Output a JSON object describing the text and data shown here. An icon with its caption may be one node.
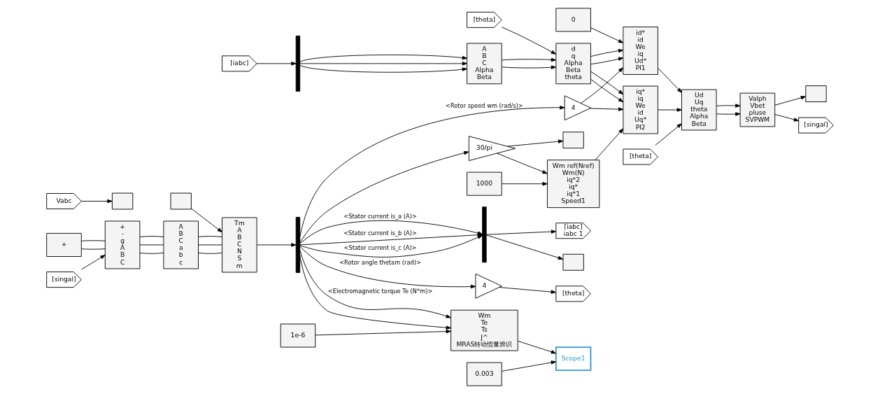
{
  "diagram": {
    "nodes": [
      {
        "text": [
          "1000"
        ]
      },
      {
        "text": [
          "Wm ref(Nref)",
          "Wm(N)",
          "iq*2",
          "iq*",
          "iq*1",
          "Speed1"
        ]
      },
      {
        "text": [
          "0"
        ]
      },
      {
        "text": [
          "id*",
          "id",
          "We",
          "iq",
          "Ud*",
          "PI1"
        ]
      },
      {
        "text": [
          "iq*",
          "iq",
          "We",
          "id",
          "Uq*",
          "PI2"
        ]
      },
      {
        "text": [
          "Ud",
          "Uq",
          "theta",
          "Alpha",
          "Beta"
        ]
      },
      {
        "text": [
          "Valph",
          "Vbet",
          "pluse",
          "SVPWM"
        ]
      },
      {
        "text": [
          "[theta]"
        ]
      },
      {
        "text": [],
        "shape": "box"
      },
      {
        "text": [
          "[singal]"
        ]
      },
      {
        "text": [],
        "shape": "box"
      },
      {
        "text": [
          "+"
        ]
      },
      {
        "text": [
          "+",
          "-",
          "g",
          "A",
          "B",
          "C"
        ]
      },
      {
        "text": [
          "[singal]"
        ]
      },
      {
        "text": [
          "A",
          "B",
          "C",
          "a",
          "b",
          "c"
        ]
      },
      {
        "text": [
          "Tm",
          "A",
          "B",
          "C",
          "N",
          "S",
          "m"
        ]
      },
      {
        "text": [],
        "shape": "bar"
      },
      {
        "text": [],
        "shape": "bar"
      },
      {
        "text": [],
        "shape": "box"
      },
      {
        "text": [
          "[iabc]",
          "iabc 1"
        ]
      },
      {
        "text": [
          "4"
        ]
      },
      {
        "text": [
          "[theta]"
        ]
      },
      {
        "text": [
          "4"
        ]
      },
      {
        "text": [
          "Wm",
          "Te",
          "Ts",
          "J^",
          "MRAS转动惯量辨识"
        ]
      },
      {
        "text": [
          "0.003"
        ]
      },
      {
        "text": [
          "Scope1"
        ]
      },
      {
        "text": [
          "1e-6"
        ]
      },
      {
        "text": [],
        "shape": "box"
      },
      {
        "text": [
          "d",
          "q",
          "Alpha",
          "Beta",
          "theta"
        ]
      },
      {
        "text": [
          "A",
          "B",
          "C",
          "Alpha",
          "Beta"
        ]
      },
      {
        "text": [],
        "shape": "bar"
      },
      {
        "text": [
          "[iabc]"
        ]
      },
      {
        "text": [
          "[theta]"
        ]
      },
      {
        "text": [
          "Vabc"
        ]
      },
      {
        "text": [],
        "shape": "box"
      },
      {
        "text": [
          "30/pi"
        ]
      }
    ],
    "edges": [
      {
        "from": 0,
        "to": 1,
        "arrow": "to"
      },
      {
        "from": 1,
        "to": 4,
        "arrow": "to"
      },
      {
        "from": 2,
        "to": 3,
        "arrow": "to"
      },
      {
        "from": 3,
        "to": 5,
        "arrow": "to"
      },
      {
        "from": 4,
        "to": 5,
        "arrow": "to"
      },
      {
        "from": 7,
        "to": 5,
        "arrow": "to"
      },
      {
        "from": 5,
        "to": 6,
        "arrow": "to"
      },
      {
        "from": 5,
        "to": 6,
        "arrow": "to"
      },
      {
        "from": 6,
        "to": 8,
        "arrow": "to"
      },
      {
        "from": 6,
        "to": 9,
        "arrow": "to"
      },
      {
        "from": 10,
        "to": 15,
        "arrow": "to"
      },
      {
        "from": 11,
        "to": 12,
        "arrow": "none"
      },
      {
        "from": 11,
        "to": 12,
        "arrow": "none"
      },
      {
        "from": 13,
        "to": 12,
        "arrow": "to"
      },
      {
        "from": 12,
        "to": 14,
        "arrow": "none"
      },
      {
        "from": 12,
        "to": 14,
        "arrow": "none"
      },
      {
        "from": 12,
        "to": 14,
        "arrow": "none"
      },
      {
        "from": 14,
        "to": 15,
        "arrow": "none"
      },
      {
        "from": 14,
        "to": 15,
        "arrow": "none"
      },
      {
        "from": 14,
        "to": 15,
        "arrow": "none"
      },
      {
        "from": 15,
        "to": 16,
        "arrow": "to"
      },
      {
        "from": 16,
        "to": 17,
        "arrow": "to",
        "label": "<Stator current is_a (A)>"
      },
      {
        "from": 16,
        "to": 17,
        "arrow": "to",
        "label": "<Stator current is_b (A)>"
      },
      {
        "from": 16,
        "to": 17,
        "arrow": "to",
        "label": "<Stator current is_c (A)>"
      },
      {
        "from": 17,
        "to": 18,
        "arrow": "to"
      },
      {
        "from": 17,
        "to": 19,
        "arrow": "to"
      },
      {
        "from": 16,
        "to": 22,
        "arrow": "to",
        "label": "<Rotor speed wm (rad/s)>"
      },
      {
        "from": 16,
        "to": 23,
        "arrow": "to"
      },
      {
        "from": 16,
        "to": 35,
        "arrow": "to"
      },
      {
        "from": 16,
        "to": 20,
        "arrow": "to",
        "label": "<Rotor angle thetam (rad)>"
      },
      {
        "from": 20,
        "to": 21,
        "arrow": "to"
      },
      {
        "from": 16,
        "to": 23,
        "arrow": "to",
        "label": "<Electromagnetic torque Te (N*m)>"
      },
      {
        "from": 22,
        "to": 3,
        "arrow": "to"
      },
      {
        "from": 22,
        "to": 4,
        "arrow": "to"
      },
      {
        "from": 28,
        "to": 3,
        "arrow": "to"
      },
      {
        "from": 28,
        "to": 4,
        "arrow": "to"
      },
      {
        "from": 28,
        "to": 3,
        "arrow": "to"
      },
      {
        "from": 28,
        "to": 4,
        "arrow": "to"
      },
      {
        "from": 29,
        "to": 28,
        "arrow": "to"
      },
      {
        "from": 29,
        "to": 28,
        "arrow": "to"
      },
      {
        "from": 30,
        "to": 29,
        "arrow": "to"
      },
      {
        "from": 30,
        "to": 29,
        "arrow": "to"
      },
      {
        "from": 30,
        "to": 29,
        "arrow": "to"
      },
      {
        "from": 31,
        "to": 30,
        "arrow": "to"
      },
      {
        "from": 32,
        "to": 28,
        "arrow": "to"
      },
      {
        "from": 33,
        "to": 34,
        "arrow": "to"
      },
      {
        "from": 35,
        "to": 1,
        "arrow": "to"
      },
      {
        "from": 35,
        "to": 27,
        "arrow": "to"
      },
      {
        "from": 23,
        "to": 25,
        "arrow": "to"
      },
      {
        "from": 24,
        "to": 25,
        "arrow": "to"
      },
      {
        "from": 26,
        "to": 23,
        "arrow": "to"
      }
    ]
  }
}
